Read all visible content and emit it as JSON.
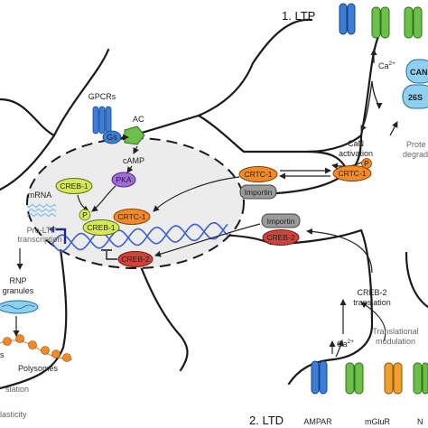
{
  "sections": {
    "ltp": "1. LTP",
    "ltd": "2. LTD"
  },
  "receptors": {
    "gpcr": "GPCRs",
    "gs": "Gs",
    "ac": "AC",
    "ampar": "AMPAR",
    "mglur": "mGluR",
    "nmdar_partial": "N"
  },
  "molecules": {
    "camp": "cAMP",
    "pka": "PKA",
    "creb1_top": "CREB-1",
    "creb1_bound": "CREB-1",
    "crtc1_nuclear": "CRTC-1",
    "crtc1_cyto": "CRTC-1",
    "crtc1_phos": "CRTC-1",
    "importin_top": "Importin",
    "importin_bottom": "Importin",
    "creb2_nuclear": "CREB-2",
    "creb2_cyto": "CREB-2",
    "phospho": "P",
    "can_partial": "CAN",
    "proteasome_partial": "26S"
  },
  "labels": {
    "mrna": "mRNA",
    "pro_ltp_1": "Pro-LTP",
    "pro_ltp_2": "transcription",
    "rnp_1": "RNP",
    "rnp_2": "granules",
    "polysomes": "Polysomes",
    "translation_partial": "slation",
    "plasticity_partial": "lasticity",
    "s_partial": "s",
    "ca_top": "Ca",
    "ca_bottom": "Ca",
    "superscript": "2+",
    "can_act_1": "CaN",
    "can_act_2": "activation",
    "protea_1": "Prote",
    "protea_2": "degrada",
    "creb2_trans_1": "CREB-2",
    "creb2_trans_2": "translation",
    "trans_mod_1": "Translational",
    "trans_mod_2": "modulation"
  },
  "colors": {
    "blue_receptor": "#3a7fd5",
    "green_receptor": "#6cc04a",
    "orange_receptor": "#f0a030",
    "creb1": "#d4e85a",
    "crtc1": "#f08a2a",
    "pka": "#a06ad8",
    "importin": "#9a9a9a",
    "creb2": "#d0433a",
    "can": "#8fd0f0",
    "nucleus": "#ececec",
    "dna": "#3c5fd0"
  }
}
